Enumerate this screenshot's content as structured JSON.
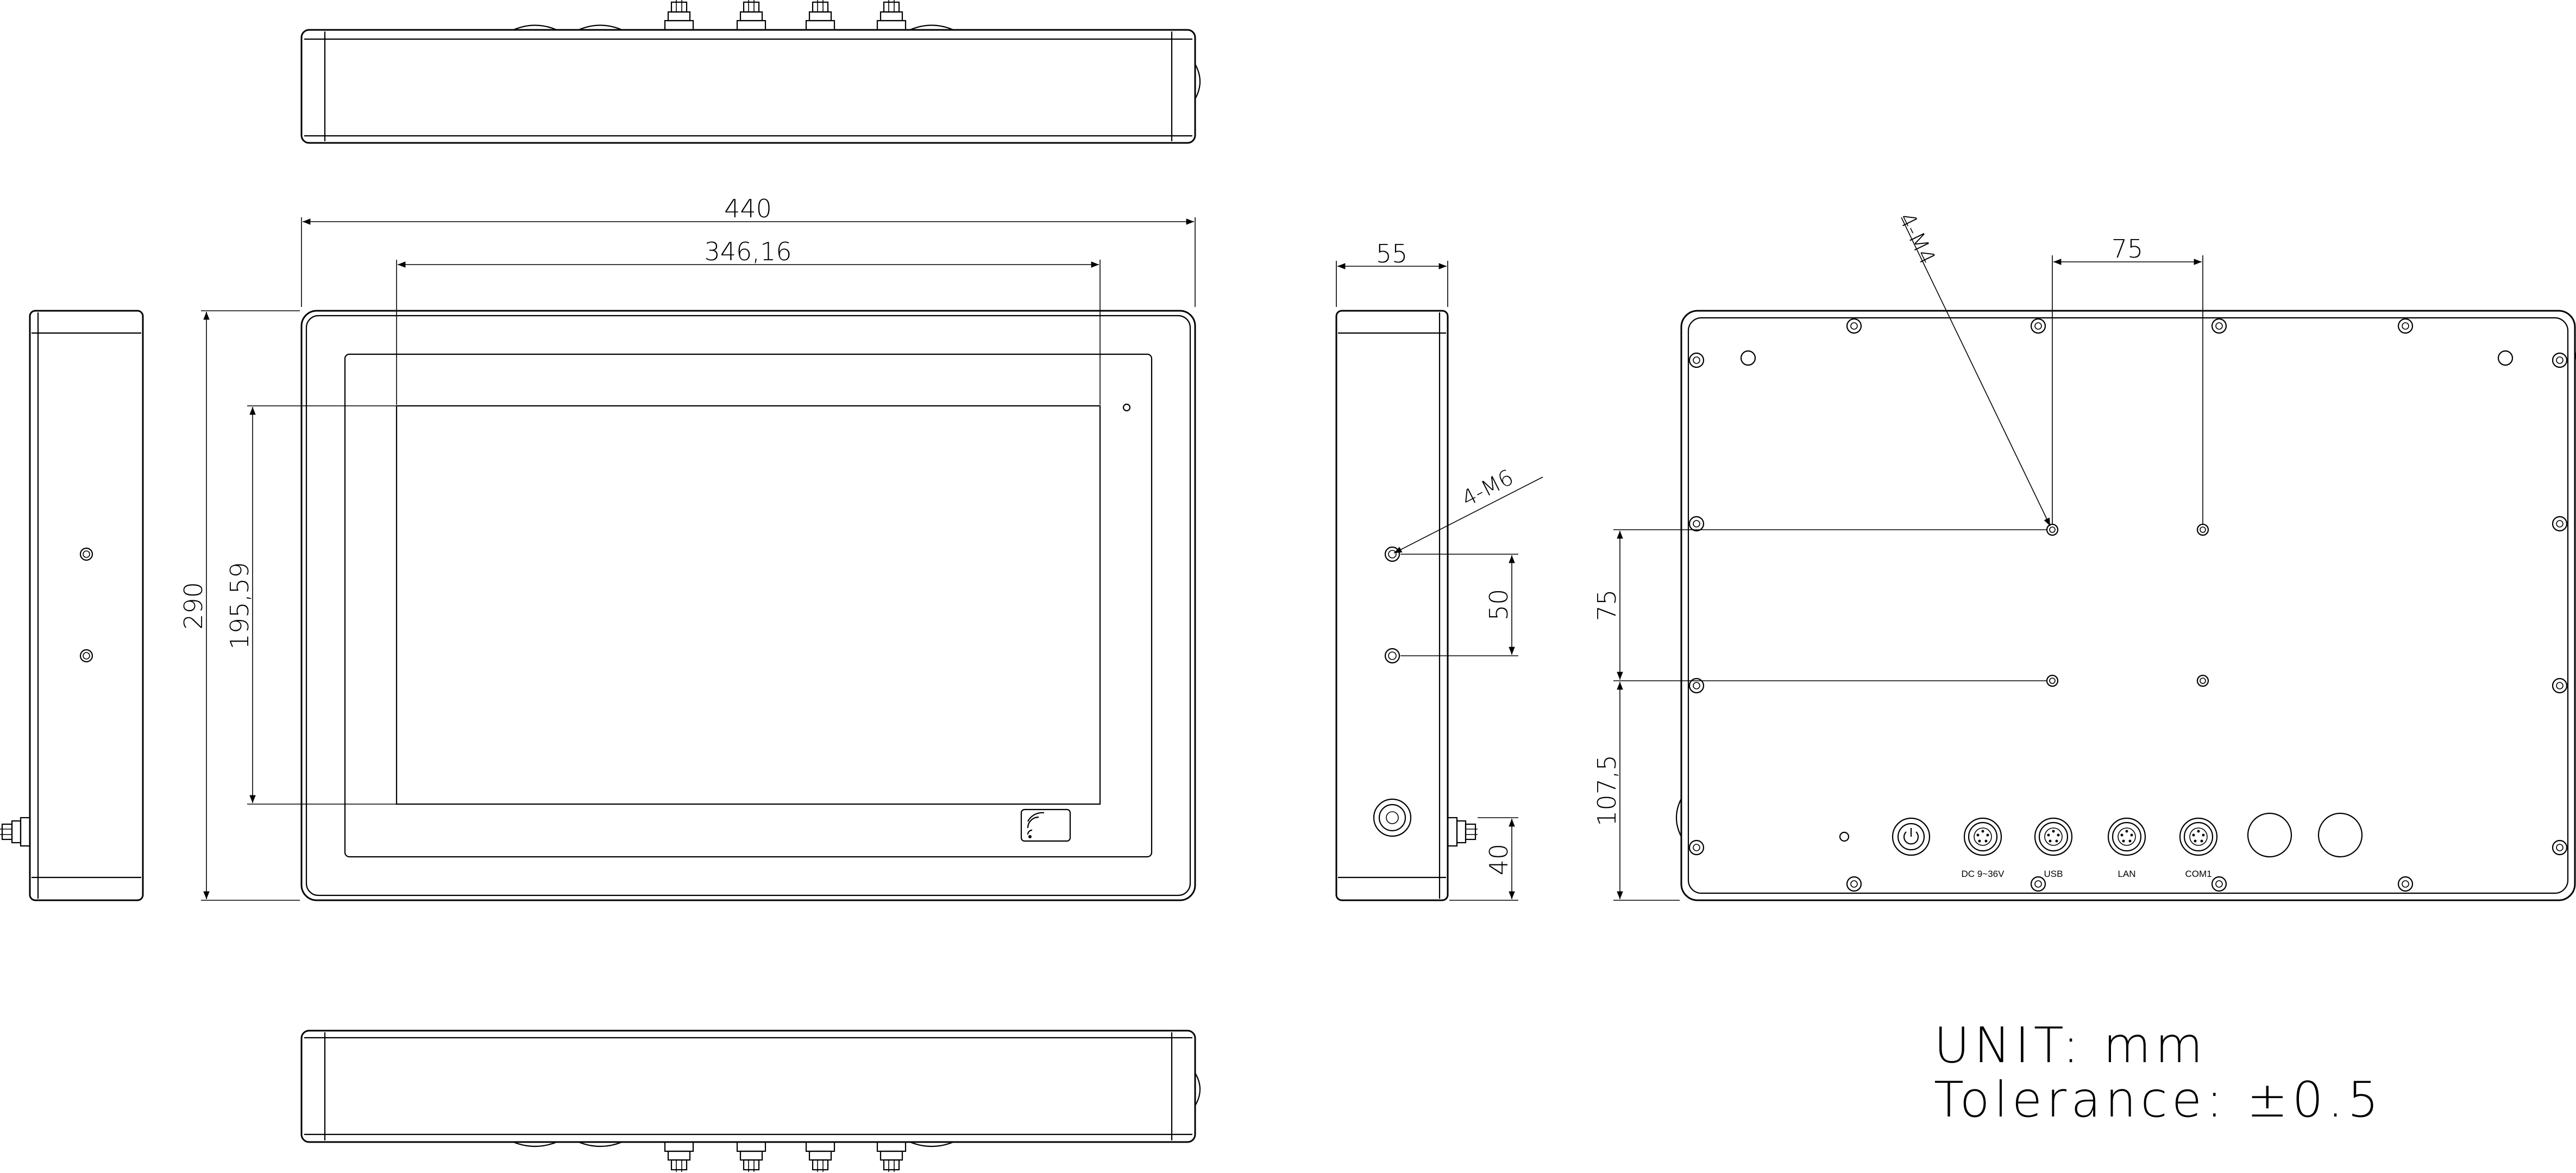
{
  "dimensions": {
    "overall_width": "440",
    "active_width": "346,16",
    "overall_height": "290",
    "active_height": "195,59",
    "depth": "55",
    "side_hole_spacing": "50",
    "side_connector_height": "40",
    "vesa_horizontal": "75",
    "vesa_vertical": "75",
    "vesa_from_bottom": "107,5"
  },
  "callouts": {
    "side_thread": "4-M6",
    "rear_thread": "4-M4"
  },
  "ports": {
    "power": "DC 9~36V",
    "usb": "USB",
    "lan": "LAN",
    "com": "COM1"
  },
  "notes": {
    "unit": "UNIT: mm",
    "tolerance": "Tolerance: ±0.5"
  },
  "icons": {
    "power_button": "power-icon",
    "nfc_reader": "nfc-icon"
  }
}
